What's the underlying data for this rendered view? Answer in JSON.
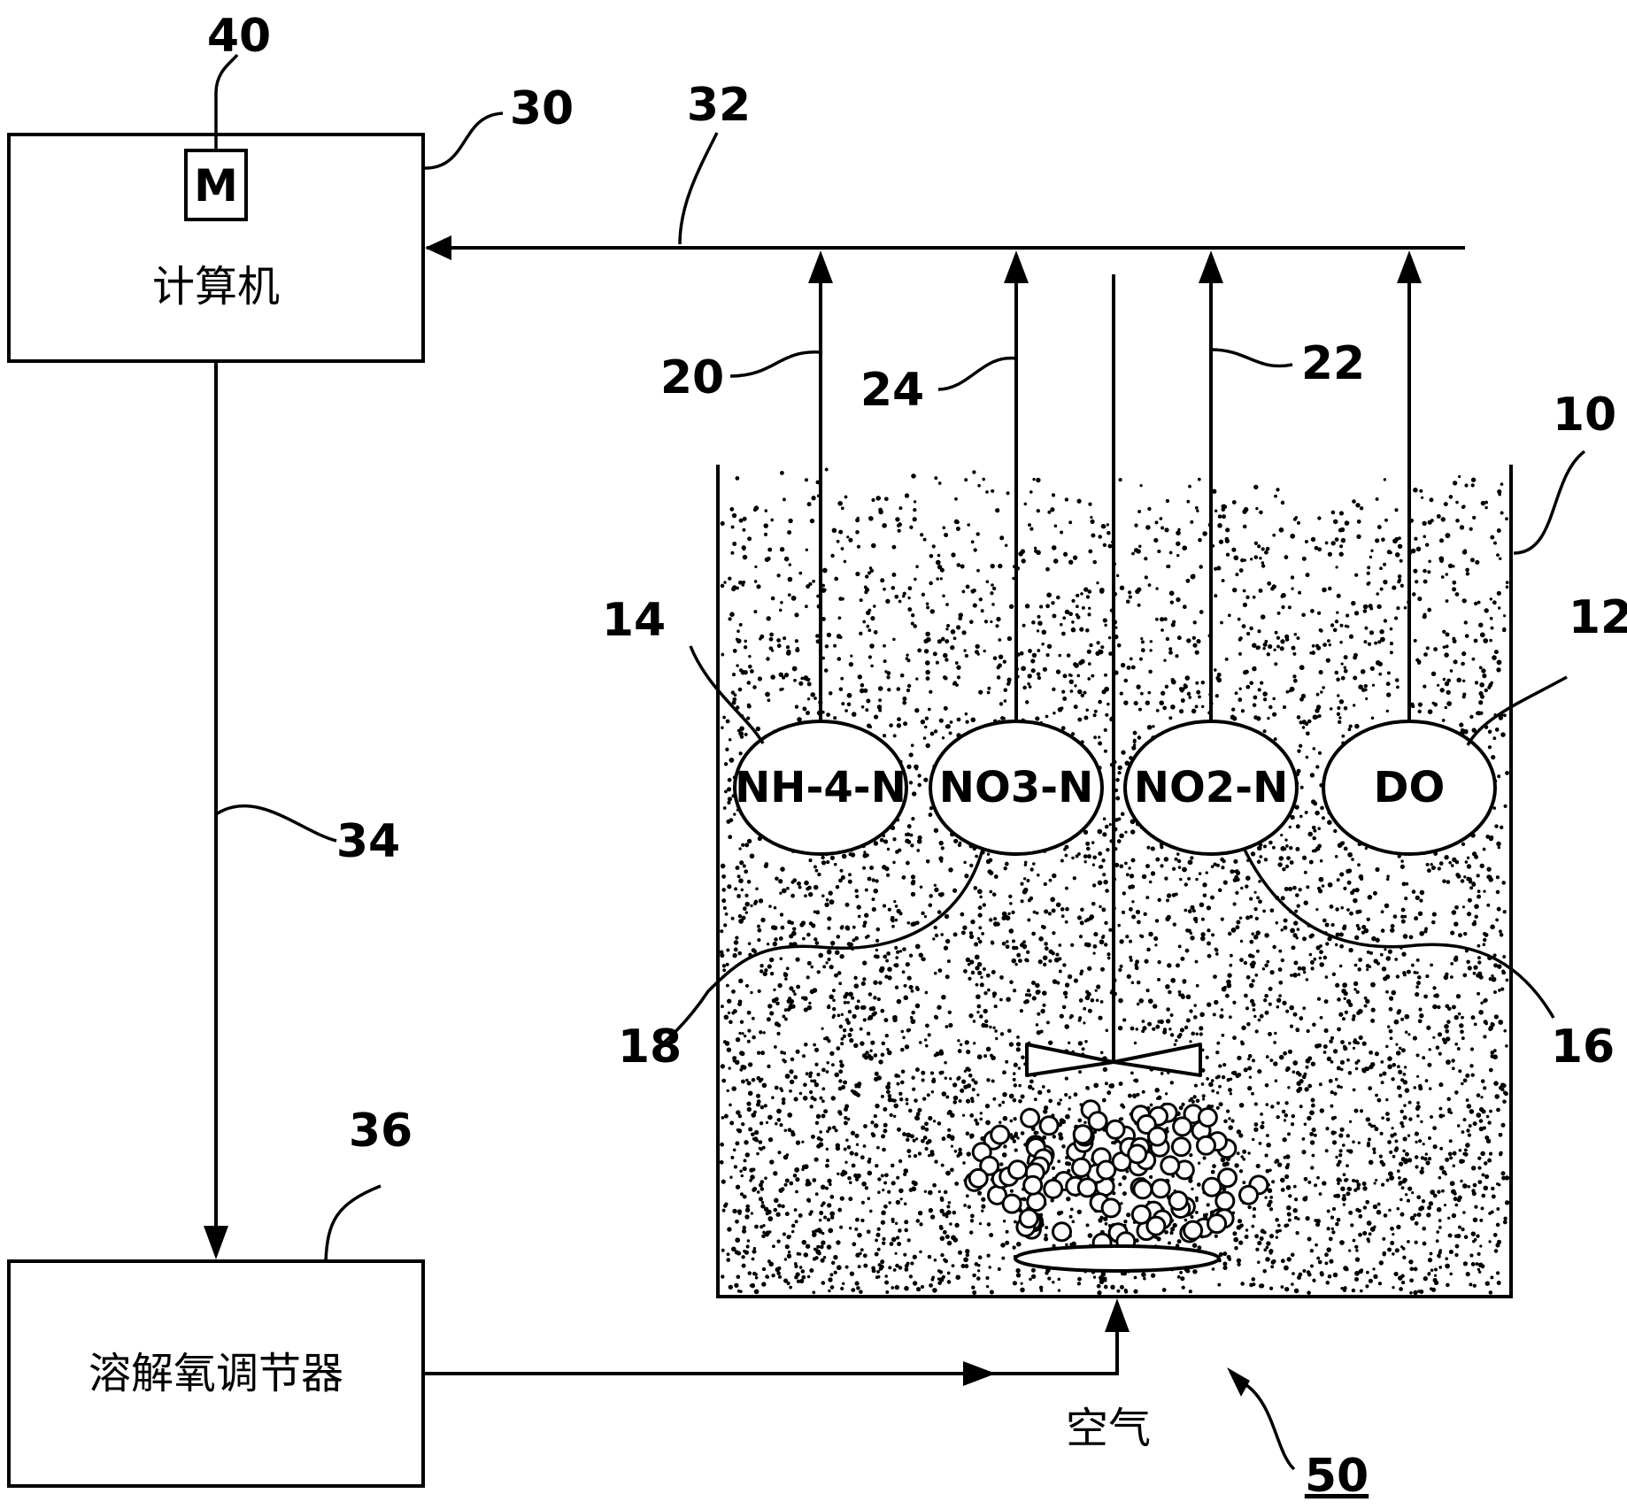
{
  "computer": {
    "ref": "30",
    "label": "计算机",
    "module_letter": "M",
    "module_ref": "40"
  },
  "regulator": {
    "ref": "36",
    "label": "溶解氧调节器"
  },
  "air_label": "空气",
  "bus_ref": "32",
  "control_line_ref": "34",
  "tank_ref": "10",
  "system_ref": "50",
  "sensors": [
    {
      "id": "nh4",
      "label": "NH-4-N",
      "sensor_ref": "14",
      "line_ref": "20"
    },
    {
      "id": "no3",
      "label": "NO3-N",
      "sensor_ref": "18",
      "line_ref": "24"
    },
    {
      "id": "no2",
      "label": "NO2-N",
      "sensor_ref": "16",
      "line_ref": "22"
    },
    {
      "id": "do",
      "label": "DO",
      "sensor_ref": "12",
      "line_ref": ""
    }
  ]
}
